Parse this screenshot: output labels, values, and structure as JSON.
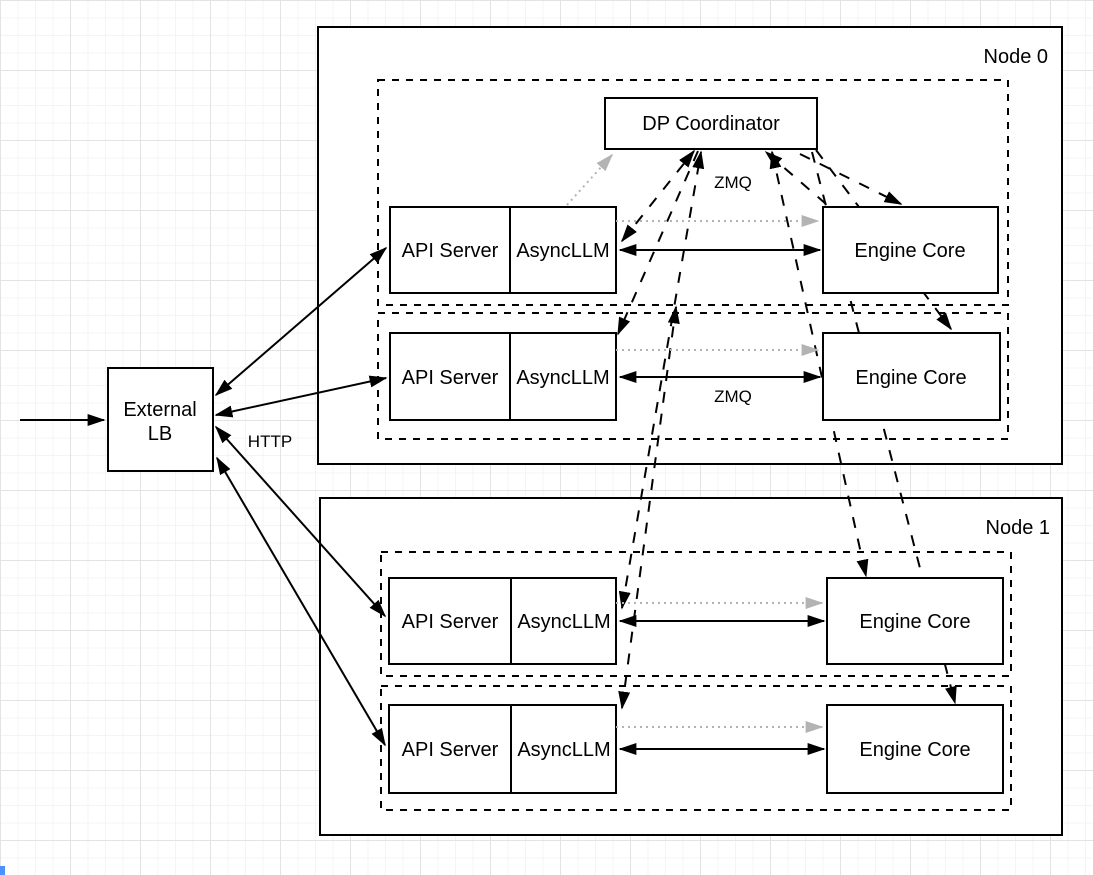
{
  "diagram": {
    "external_lb": {
      "label_line1": "External",
      "label_line2": "LB"
    },
    "coordinator_label": "DP Coordinator",
    "nodes": [
      {
        "label": "Node 0",
        "ranks": [
          {
            "api_server": "API Server",
            "asyncllm": "AsyncLLM",
            "engine_core": "Engine Core"
          },
          {
            "api_server": "API Server",
            "asyncllm": "AsyncLLM",
            "engine_core": "Engine Core"
          }
        ]
      },
      {
        "label": "Node 1",
        "ranks": [
          {
            "api_server": "API Server",
            "asyncllm": "AsyncLLM",
            "engine_core": "Engine Core"
          },
          {
            "api_server": "API Server",
            "asyncllm": "AsyncLLM",
            "engine_core": "Engine Core"
          }
        ]
      }
    ],
    "edge_labels": {
      "http": "HTTP",
      "zmq_upper": "ZMQ",
      "zmq_lower": "ZMQ"
    },
    "colors": {
      "stroke": "#000000",
      "dotted_gray": "#b3b3b3",
      "grid_minor": "#f4f4f4",
      "grid_major": "#e3e3e3",
      "corner_accent": "#4d90fe"
    },
    "connections": [
      {
        "from": "client",
        "to": "External LB",
        "style": "solid"
      },
      {
        "from": "External LB",
        "to": "Node0 rank0 API Server",
        "style": "solid-bidirectional",
        "label": "HTTP"
      },
      {
        "from": "External LB",
        "to": "Node0 rank1 API Server",
        "style": "solid-bidirectional",
        "label": "HTTP"
      },
      {
        "from": "External LB",
        "to": "Node1 rank0 API Server",
        "style": "solid-bidirectional",
        "label": "HTTP"
      },
      {
        "from": "External LB",
        "to": "Node1 rank1 API Server",
        "style": "solid-bidirectional",
        "label": "HTTP"
      },
      {
        "from": "Node0 rank0 AsyncLLM",
        "to": "Node0 rank0 Engine Core",
        "style": "solid-bidirectional",
        "label": "ZMQ"
      },
      {
        "from": "Node0 rank1 AsyncLLM",
        "to": "Node0 rank1 Engine Core",
        "style": "solid-bidirectional",
        "label": "ZMQ"
      },
      {
        "from": "Node1 rank0 AsyncLLM",
        "to": "Node1 rank0 Engine Core",
        "style": "solid-bidirectional"
      },
      {
        "from": "Node1 rank1 AsyncLLM",
        "to": "Node1 rank1 Engine Core",
        "style": "solid-bidirectional"
      },
      {
        "from": "Node0 rank0 AsyncLLM",
        "to": "Node0 rank0 Engine Core",
        "style": "dotted-gray"
      },
      {
        "from": "Node0 rank1 AsyncLLM",
        "to": "Node0 rank1 Engine Core",
        "style": "dotted-gray"
      },
      {
        "from": "Node1 rank0 AsyncLLM",
        "to": "Node1 rank0 Engine Core",
        "style": "dotted-gray"
      },
      {
        "from": "Node1 rank1 AsyncLLM",
        "to": "Node1 rank1 Engine Core",
        "style": "dotted-gray"
      },
      {
        "from": "Node0 rank0 AsyncLLM",
        "to": "DP Coordinator",
        "style": "dotted-gray"
      },
      {
        "from": "DP Coordinator",
        "to": "Node0 rank0 AsyncLLM",
        "style": "dashed-bidirectional",
        "label": "ZMQ"
      },
      {
        "from": "DP Coordinator",
        "to": "Node0 rank1 AsyncLLM",
        "style": "dashed"
      },
      {
        "from": "DP Coordinator",
        "to": "Node1 rank0 AsyncLLM",
        "style": "dashed-bidirectional"
      },
      {
        "from": "DP Coordinator",
        "to": "Node1 rank1 AsyncLLM",
        "style": "dashed-bidirectional"
      },
      {
        "from": "Node0 rank0 Engine Core",
        "to": "DP Coordinator",
        "style": "dashed"
      },
      {
        "from": "DP Coordinator",
        "to": "Node0 rank0 Engine Core",
        "style": "dashed"
      },
      {
        "from": "DP Coordinator",
        "to": "Node0 rank1 Engine Core",
        "style": "dashed"
      },
      {
        "from": "DP Coordinator",
        "to": "Node1 rank0 Engine Core",
        "style": "dashed-bidirectional"
      },
      {
        "from": "DP Coordinator",
        "to": "Node1 rank1 Engine Core",
        "style": "dashed"
      }
    ]
  }
}
